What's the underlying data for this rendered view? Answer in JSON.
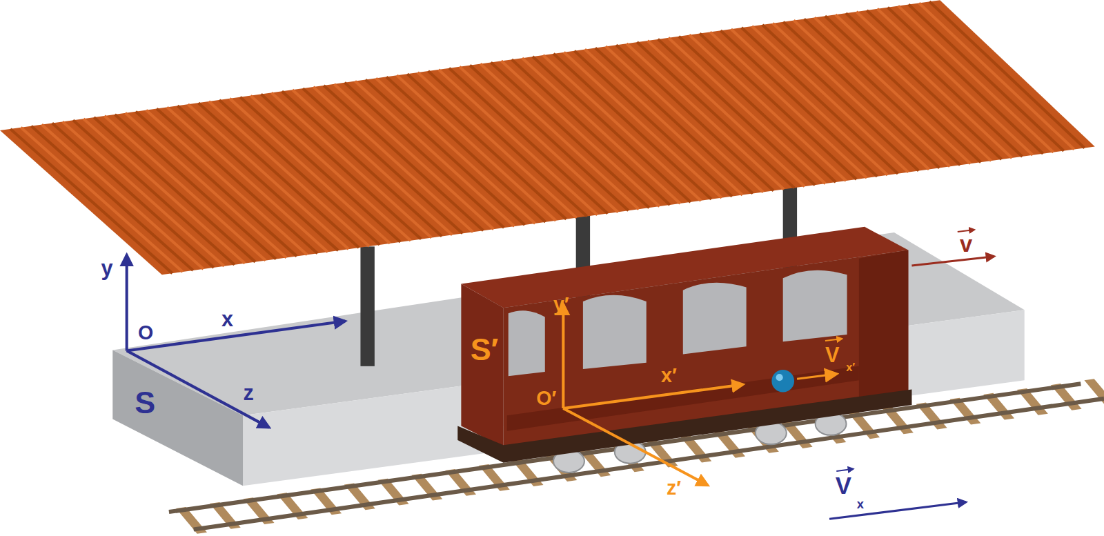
{
  "diagram": {
    "labels": [
      "y",
      "O",
      "x",
      "z",
      "S",
      "S′",
      "y′",
      "x′",
      "O′",
      "z′",
      "v",
      "V",
      "x′",
      "V",
      "x"
    ]
  }
}
